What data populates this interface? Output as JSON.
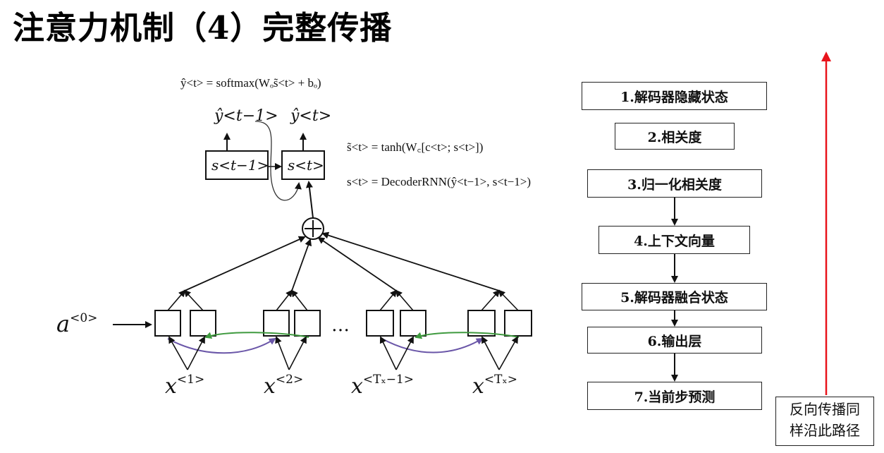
{
  "title": "注意力机制（4）完整传播",
  "equations": {
    "output": "ŷ<t> = softmax(Wₒs̃<t> + bₒ)",
    "tilde_state": "s̃<t> = tanh(W꜀[c<t>; s<t>])",
    "decoder_state": "s<t> = DecoderRNN(ŷ<t−1>, s<t−1>)"
  },
  "network": {
    "input_a": "a",
    "input_a_sup": "<0>",
    "decoder_prev": "s<t−1>",
    "decoder_curr": "s<t>",
    "output_prev": "ŷ<t−1>",
    "output_curr": "ŷ<t>",
    "ellipsis": "…",
    "inputs": [
      {
        "base": "x",
        "sup": "<1>"
      },
      {
        "base": "x",
        "sup": "<2>"
      },
      {
        "base": "x",
        "sup": "<Tₓ−1>"
      },
      {
        "base": "x",
        "sup": "<Tₓ>"
      }
    ]
  },
  "flow_steps": [
    "1.解码器隐藏状态",
    "2.相关度",
    "3.归一化相关度",
    "4.上下文向量",
    "5.解码器融合状态",
    "6.输出层",
    "7.当前步预测"
  ],
  "note": {
    "line1": "反向传播同",
    "line2": "样沿此路径"
  },
  "colors": {
    "backprop_arrow": "#e8141b",
    "purple_link": "#6a56a8",
    "green_link": "#3f9a3f"
  }
}
